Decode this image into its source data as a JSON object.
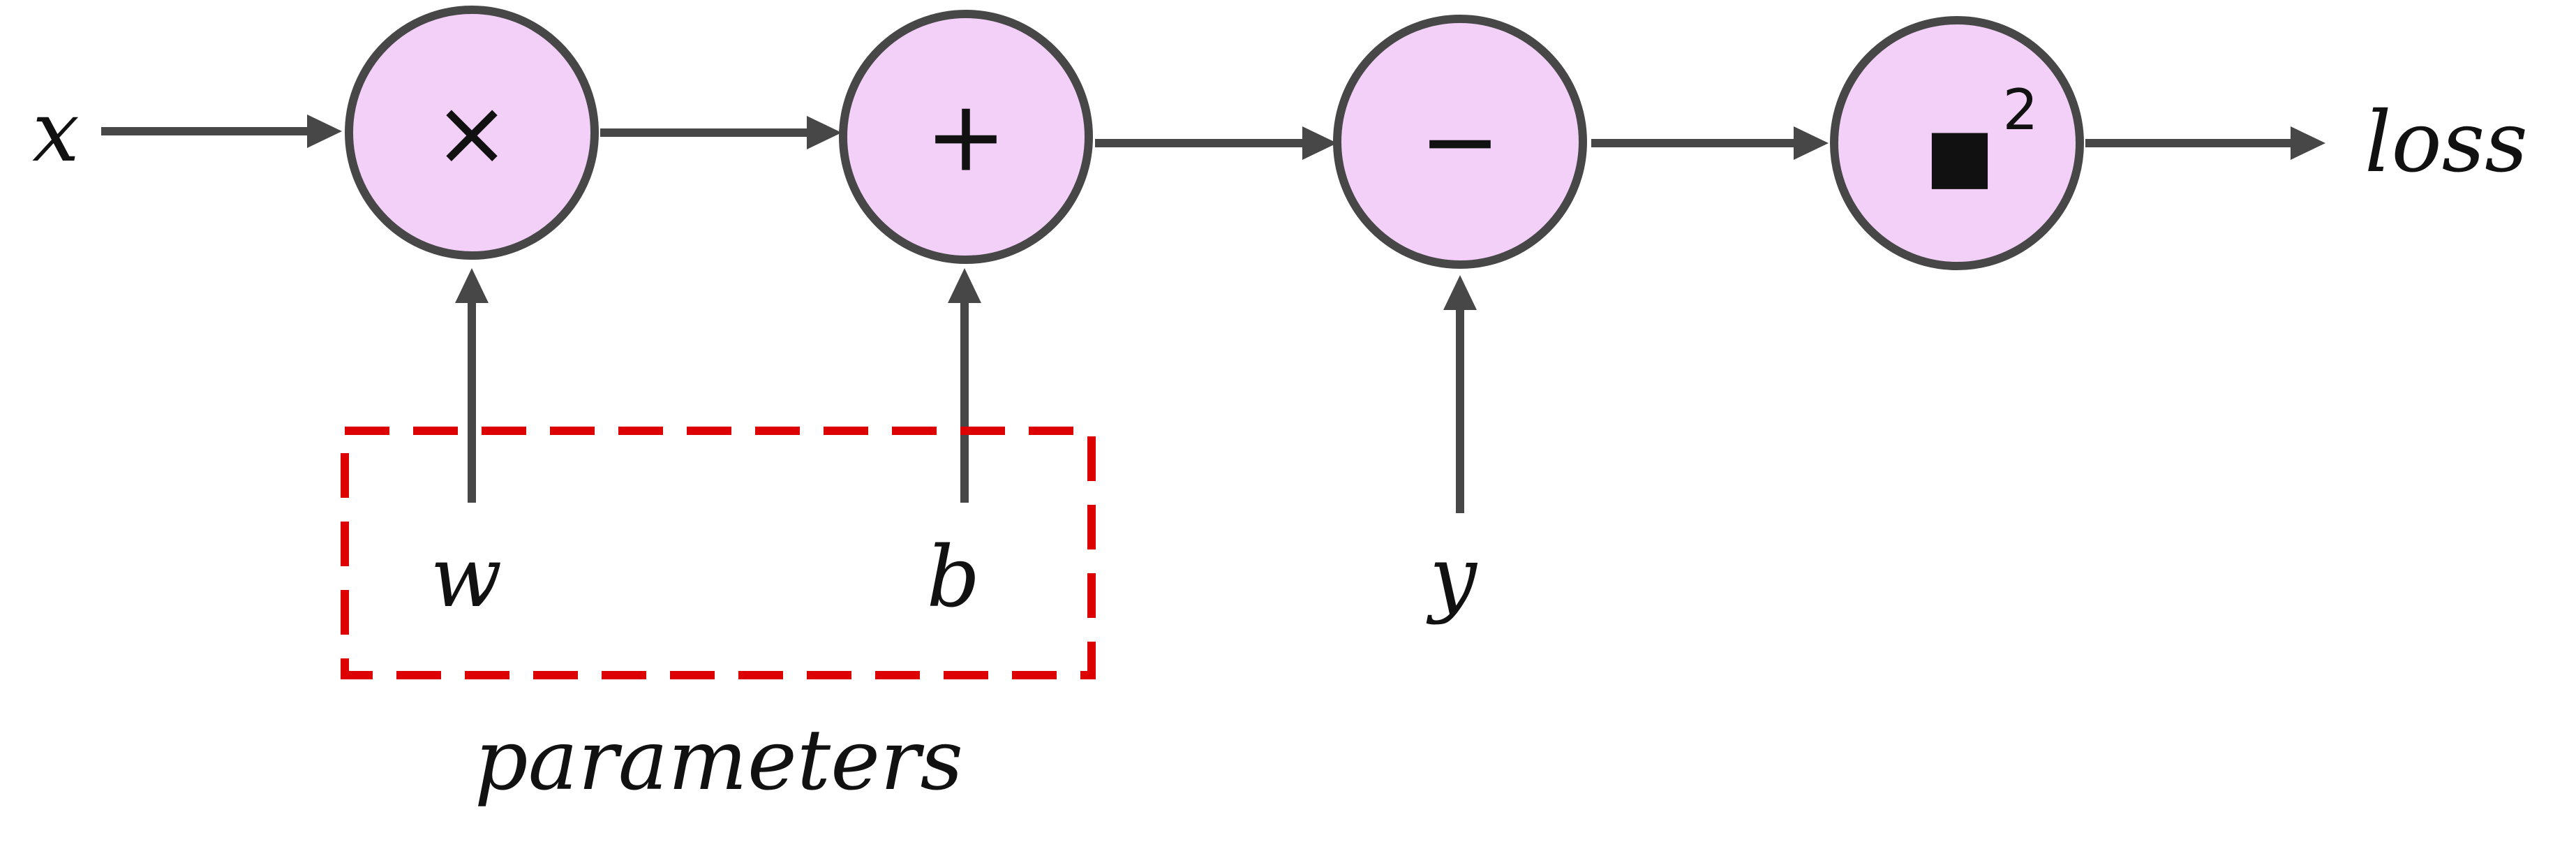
{
  "inputs": {
    "x": "x",
    "w": "w",
    "b": "b",
    "y": "y"
  },
  "nodes": {
    "multiply": "×",
    "add": "+",
    "subtract": "−",
    "square_base": "■",
    "square_exponent": "2"
  },
  "output": {
    "loss": "loss"
  },
  "parameter_group": {
    "label": "parameters"
  },
  "colors": {
    "node_fill": "#f2d0f8",
    "stroke": "#474747",
    "parameter_box": "#dd0000"
  }
}
